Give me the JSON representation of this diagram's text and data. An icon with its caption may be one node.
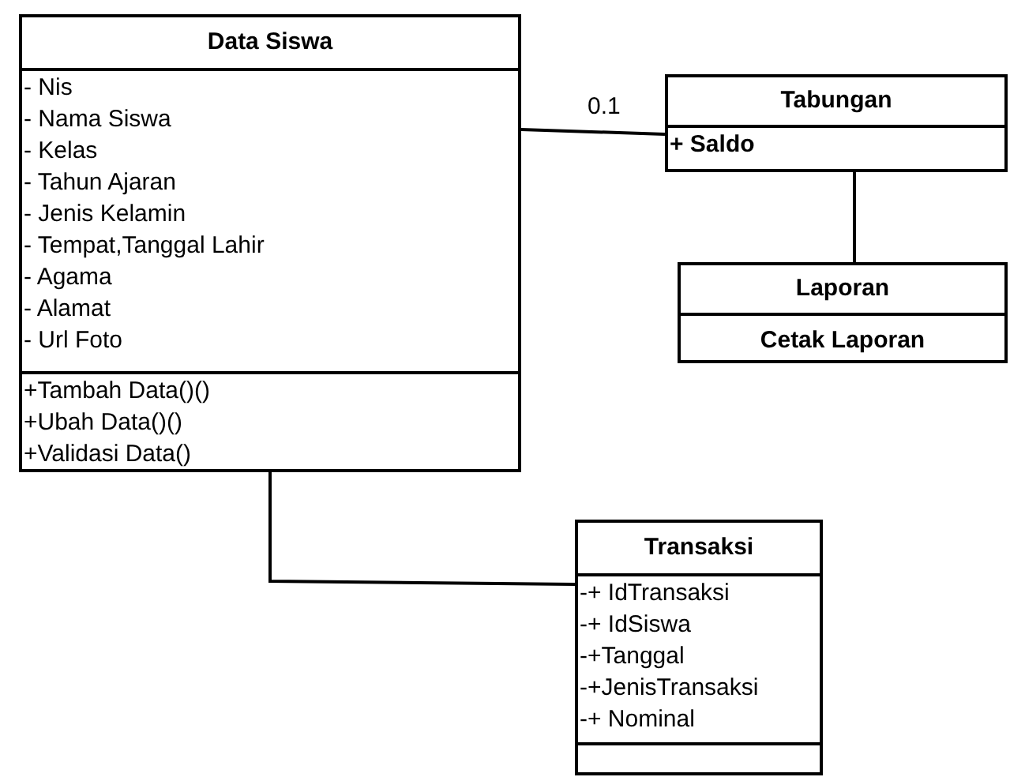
{
  "diagram": {
    "nodes": [
      {
        "text": [
          "Data Siswa",
          "- Nis",
          "- Nama Siswa",
          "- Kelas",
          "- Tahun Ajaran",
          "- Jenis Kelamin",
          "- Tempat,Tanggal Lahir",
          "- Agama",
          "- Alamat",
          "- Url Foto",
          "+Tambah Data()()",
          "+Ubah Data()()",
          "+Validasi Data()"
        ]
      },
      {
        "text": [
          "Tabungan",
          "+ Saldo"
        ]
      },
      {
        "text": [
          "Laporan",
          "Cetak Laporan"
        ]
      },
      {
        "text": [
          "Transaksi",
          "-+ IdTransaksi",
          "-+ IdSiswa",
          "-+Tanggal",
          "-+JenisTransaksi",
          "-+ Nominal"
        ]
      }
    ],
    "edges": [
      {
        "from": 0,
        "to": 1,
        "arrow": "none",
        "label": "0.1"
      },
      {
        "from": 1,
        "to": 2,
        "arrow": "none"
      },
      {
        "from": 0,
        "to": 3,
        "arrow": "none"
      }
    ]
  }
}
